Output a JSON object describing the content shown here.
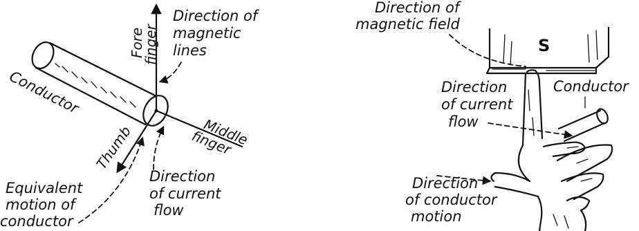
{
  "left_diagram": {
    "labels": {
      "direction_magnetic_lines": [
        "Direction of",
        "magnetic",
        "lines"
      ],
      "fore_finger": [
        "Fore",
        "finger"
      ],
      "conductor": "Conductor",
      "middle_finger": [
        "Middle",
        "finger"
      ],
      "thumb": "Thumb",
      "equivalent_motion": [
        "Equivalent",
        "motion of",
        "conductor"
      ],
      "direction_current_flow": [
        "Direction",
        "of current",
        "flow"
      ]
    }
  },
  "right_diagram": {
    "labels": {
      "direction_magnetic_field": [
        "Direction of",
        "magnetic field"
      ],
      "magnet_pole": "S",
      "direction_current_flow": [
        "Direction",
        "of current",
        "flow"
      ],
      "conductor": "Conductor",
      "direction_conductor_motion": [
        "Direction",
        "of conductor",
        "motion"
      ]
    }
  }
}
